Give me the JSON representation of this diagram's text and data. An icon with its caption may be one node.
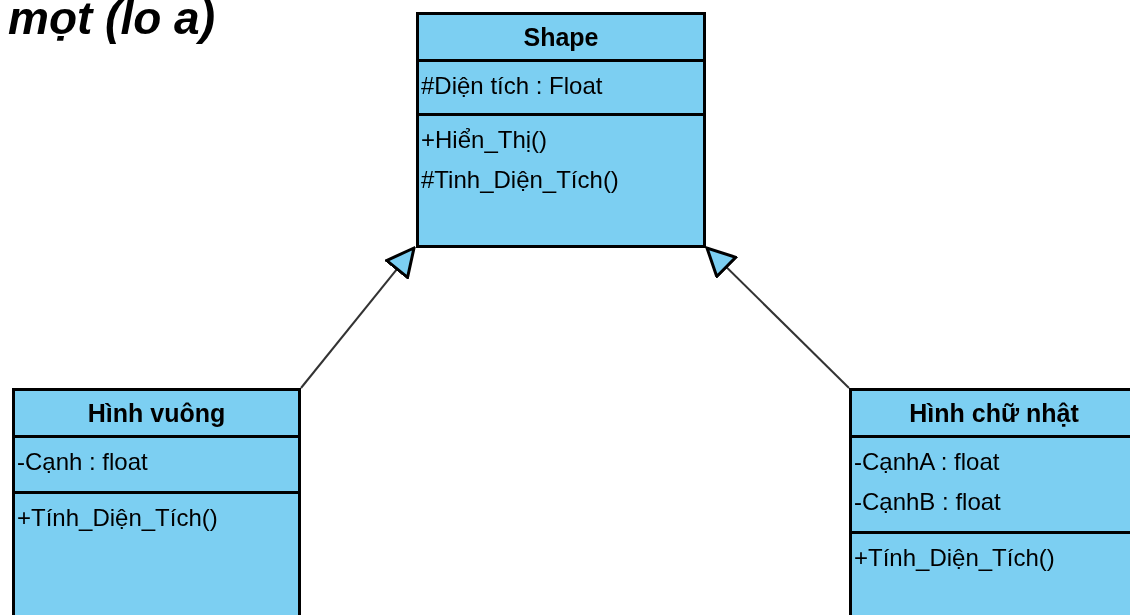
{
  "diagram": {
    "nodes": [
      {
        "text": [
          "Shape",
          "#Diện tích : Float",
          "+Hiển_Thị()",
          "#Tinh_Diện_Tích()"
        ]
      },
      {
        "text": [
          "Hình vuông",
          "-Cạnh : float",
          "+Tính_Diện_Tích()"
        ]
      },
      {
        "text": [
          "Hình chữ nhật",
          "-CạnhA : float",
          "-CạnhB : float",
          "+Tính_Diện_Tích()"
        ]
      }
    ],
    "edges": [
      {
        "from": 1,
        "to": 0,
        "arrow": "to"
      },
      {
        "from": 2,
        "to": 0,
        "arrow": "to"
      }
    ],
    "labels": [
      "mọt (lo a)"
    ]
  }
}
